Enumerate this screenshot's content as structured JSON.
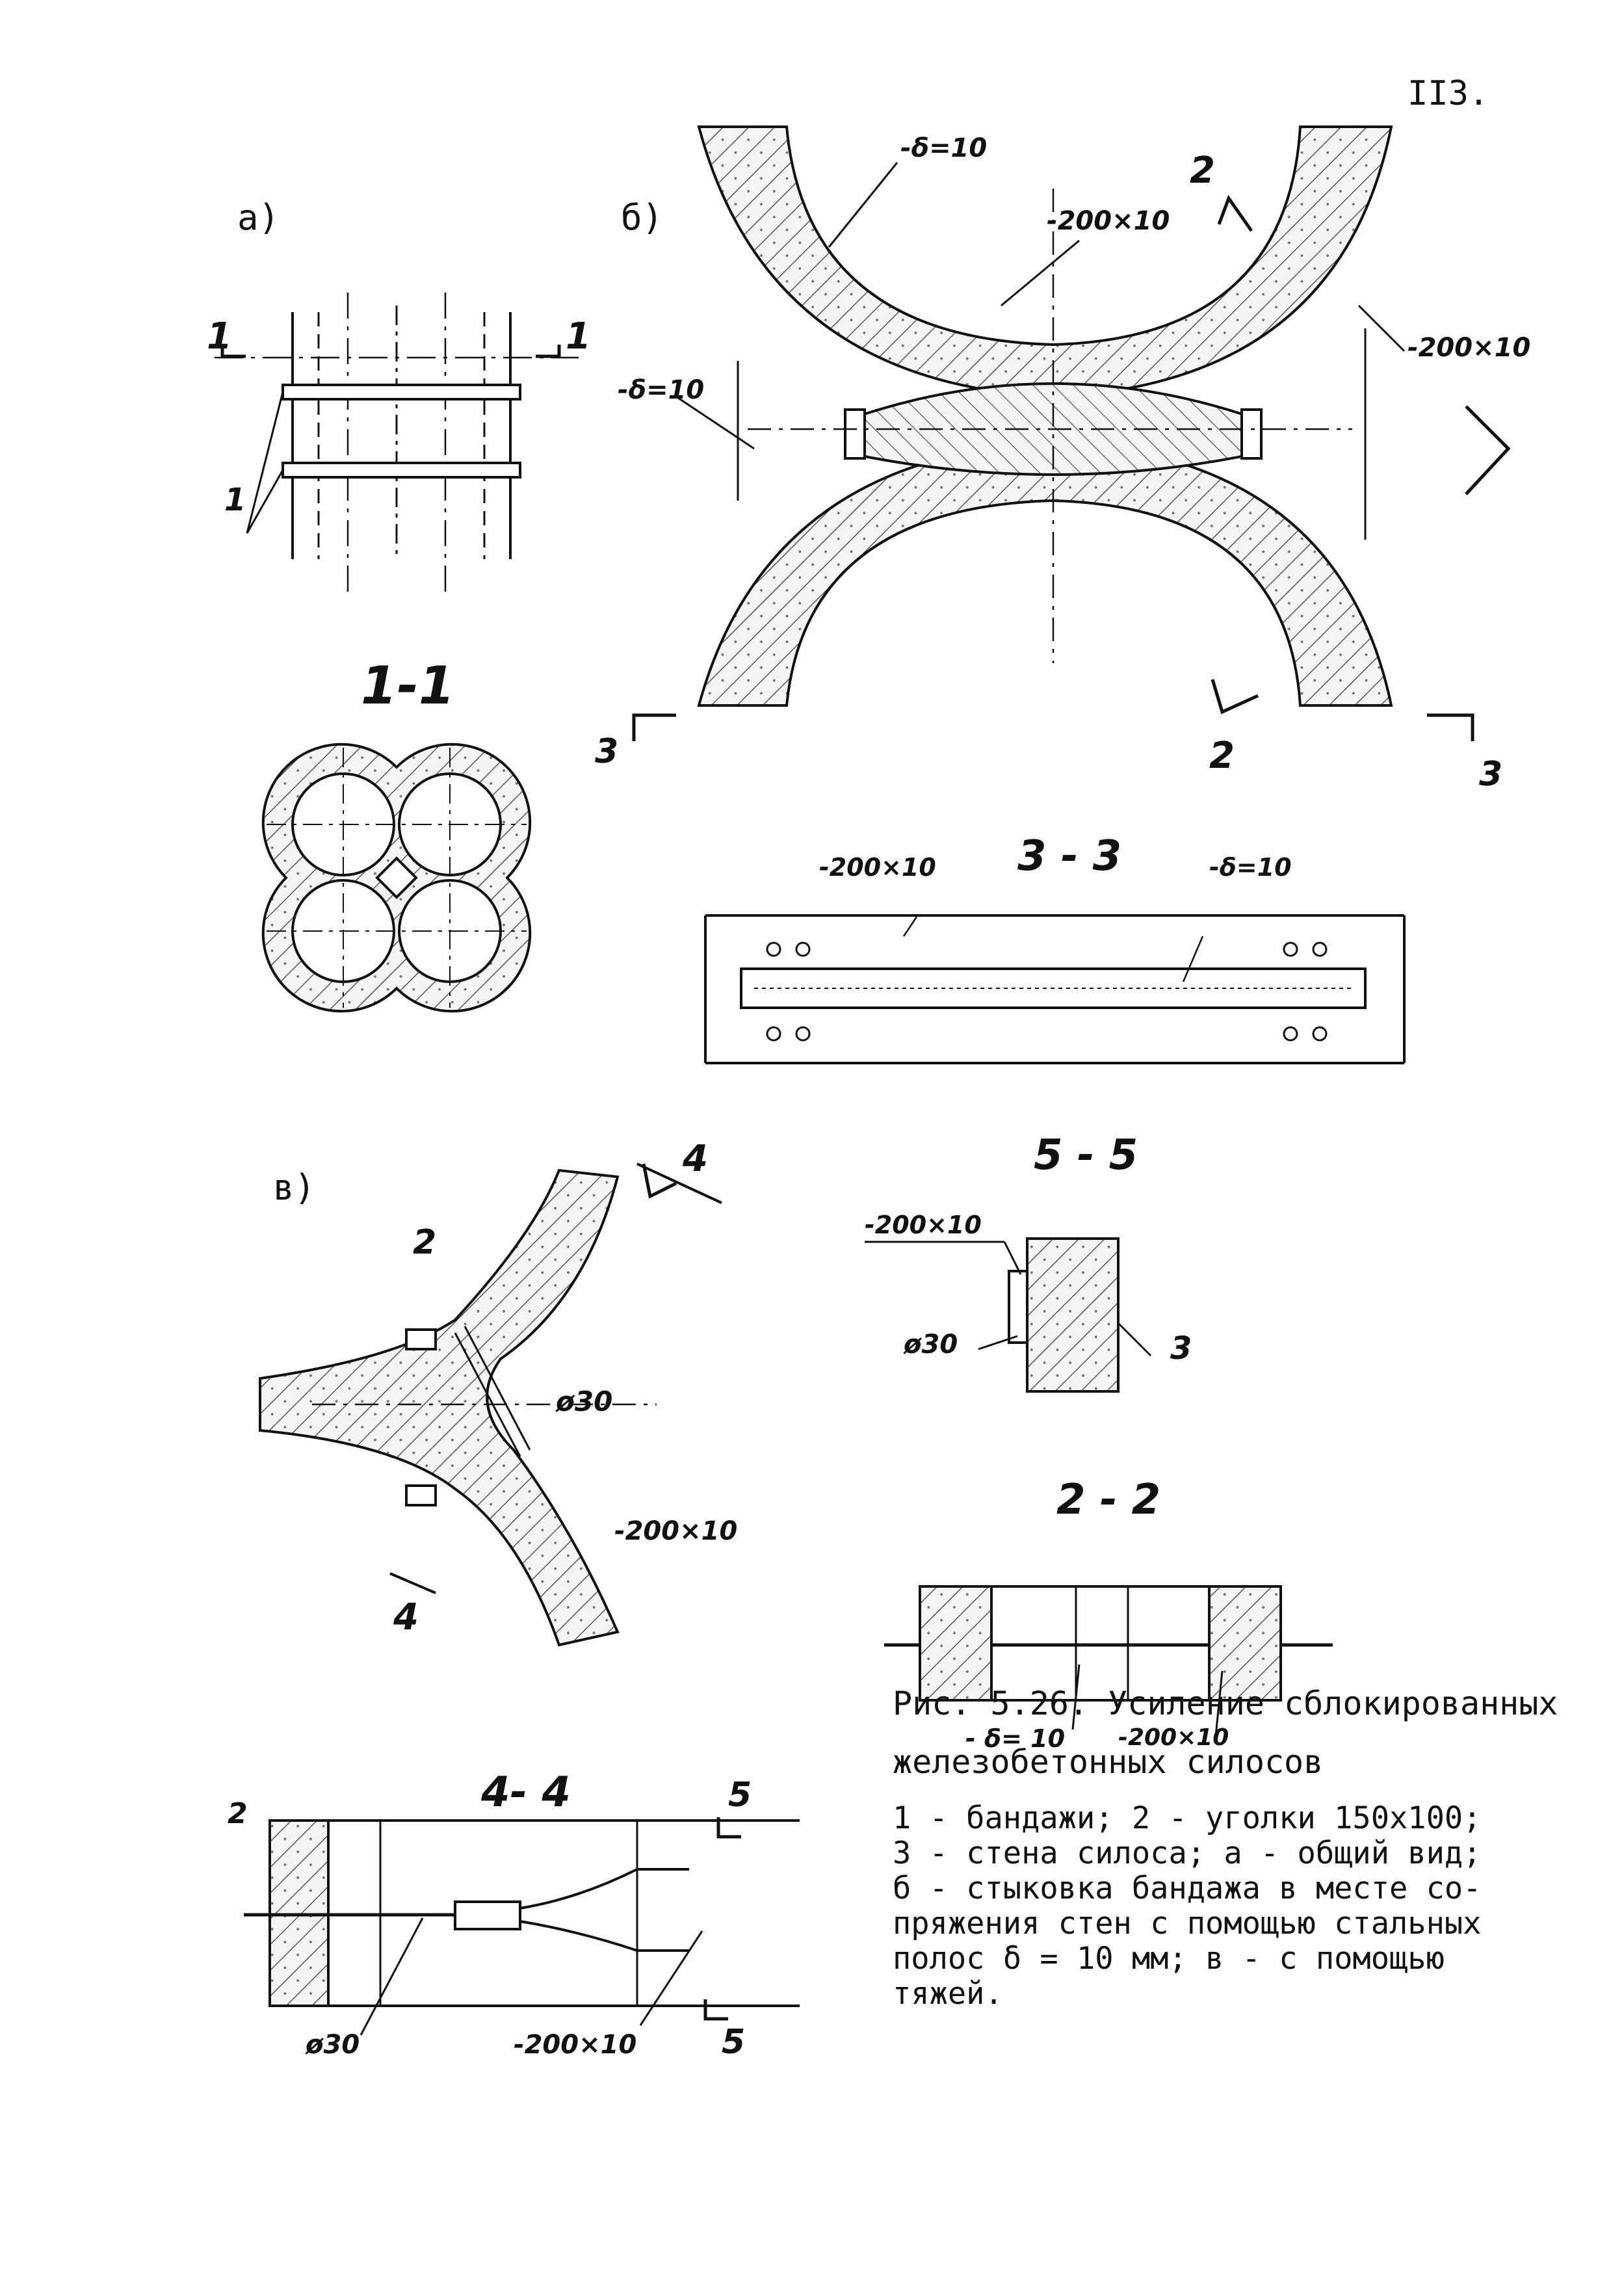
{
  "page_number": "II3.",
  "panel_labels": {
    "a": "а)",
    "b": "б)",
    "v": "в)"
  },
  "section_titles": {
    "s11": "1-1",
    "s33": "3 - 3",
    "s55": "5 - 5",
    "s22": "2 - 2",
    "s44": "4- 4"
  },
  "marks": {
    "cut1": "1",
    "cut2": "2",
    "cut3": "3",
    "cut4": "4",
    "cut5": "5",
    "band": "1",
    "angle": "2",
    "wall": "3"
  },
  "dims": {
    "delta10": "-δ=10",
    "delta10_spaced": "- δ= 10",
    "strip": "-200×10",
    "diam": "ø30"
  },
  "caption": {
    "title_line1": "Рис. 5.26.  Усиление сблокированных",
    "title_line2": "железобетонных силосов",
    "legend": [
      "1 - бандажи; 2 - уголки 150х100;",
      "3 - стена силоса; а - общий вид;",
      "б - стыковка бандажа в месте со-",
      "пряжения стен с помощью стальных",
      "полос   δ = 10 мм; в - с помощью",
      "тяжей."
    ]
  },
  "colors": {
    "ink": "#111111",
    "hatch": "#555555",
    "concrete_fill": "#f2f2f2"
  }
}
